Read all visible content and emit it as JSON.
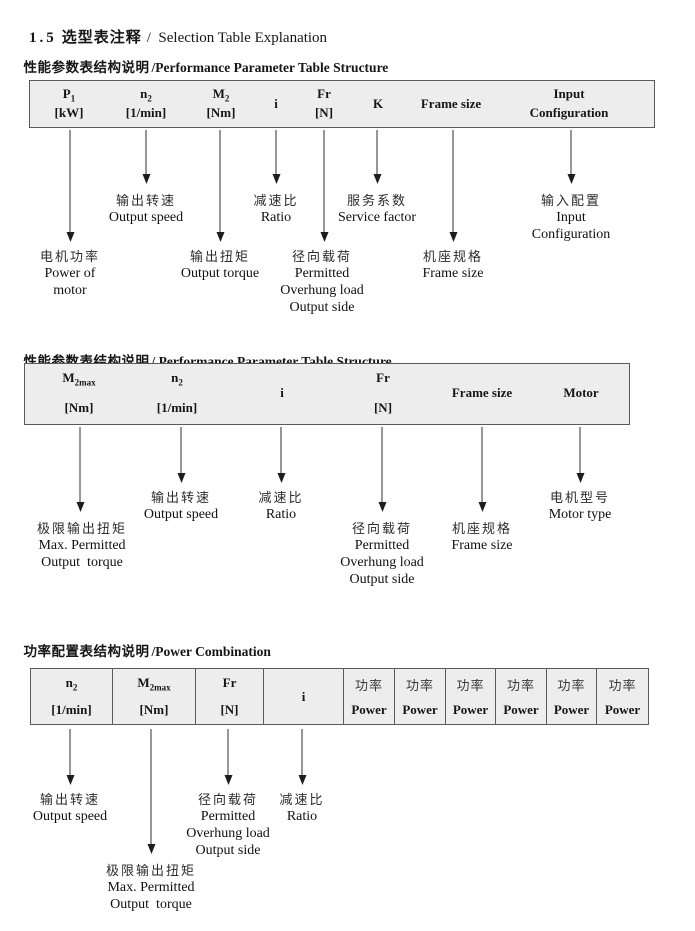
{
  "title": {
    "num": "1.5",
    "zh": "选型表注释",
    "en": "/  Selection Table Explanation"
  },
  "s1": {
    "heading": {
      "zh": "性能参数表结构说明",
      "en": "/Performance Parameter Table Structure"
    },
    "cols": [
      {
        "sym": "P",
        "sub": "1",
        "unit": "[kW]"
      },
      {
        "sym": "n",
        "sub": "2",
        "unit": "[1/min]"
      },
      {
        "sym": "M",
        "sub": "2",
        "unit": "[Nm]"
      },
      {
        "sym": "i"
      },
      {
        "sym": "Fr",
        "unit": "[N]"
      },
      {
        "sym": "K"
      },
      {
        "sym": "Frame size"
      },
      {
        "sym": "Input",
        "unit": "Configuration"
      }
    ],
    "ann": [
      {
        "l1": "电机功率",
        "l2": "Power of",
        "l3": "motor"
      },
      {
        "l1": "输出转速",
        "l2": "Output speed"
      },
      {
        "l1": "输出扭矩",
        "l2": "Output torque"
      },
      {
        "l1": "减速比",
        "l2": "Ratio"
      },
      {
        "l1": "径向载荷",
        "l2": "Permitted",
        "l3": "Overhung load",
        "l4": "Output side"
      },
      {
        "l1": "服务系数",
        "l2": "Service factor"
      },
      {
        "l1": "机座规格",
        "l2": "Frame size"
      },
      {
        "l1": "输入配置",
        "l2": "Input",
        "l3": "Configuration"
      }
    ]
  },
  "s2": {
    "heading": {
      "zh": "性能参数表结构说明",
      "en": "/ Performance Parameter Table Structure"
    },
    "cols": [
      {
        "sym": "M",
        "sub": "2max",
        "unit": "[Nm]"
      },
      {
        "sym": "n",
        "sub": "2",
        "unit": "[1/min]"
      },
      {
        "sym": "i"
      },
      {
        "sym": "Fr",
        "unit": "[N]"
      },
      {
        "sym": "Frame size"
      },
      {
        "sym": "Motor"
      }
    ],
    "ann": [
      {
        "l1": "极限输出扭矩",
        "l2": "Max. Permitted",
        "l3": "Output  torque"
      },
      {
        "l1": "输出转速",
        "l2": "Output speed"
      },
      {
        "l1": "减速比",
        "l2": "Ratio"
      },
      {
        "l1": "径向载荷",
        "l2": "Permitted",
        "l3": "Overhung load",
        "l4": "Output side"
      },
      {
        "l1": "机座规格",
        "l2": "Frame size"
      },
      {
        "l1": "电机型号",
        "l2": "Motor type"
      }
    ]
  },
  "s3": {
    "heading": {
      "zh": "功率配置表结构说明",
      "en": "/Power Combination"
    },
    "cols": [
      {
        "sym": "n",
        "sub": "2",
        "unit": "[1/min]"
      },
      {
        "sym": "M",
        "sub": "2max",
        "unit": "[Nm]"
      },
      {
        "sym": "Fr",
        "unit": "[N]"
      },
      {
        "sym": "i"
      }
    ],
    "power": {
      "zh": "功率",
      "en": "Power"
    },
    "power_count": 6,
    "ann": [
      {
        "l1": "输出转速",
        "l2": "Output speed"
      },
      {
        "l1": "极限输出扭矩",
        "l2": "Max. Permitted",
        "l3": "Output  torque"
      },
      {
        "l1": "径向载荷",
        "l2": "Permitted",
        "l3": "Overhung load",
        "l4": "Output side"
      },
      {
        "l1": "减速比",
        "l2": "Ratio"
      }
    ]
  }
}
